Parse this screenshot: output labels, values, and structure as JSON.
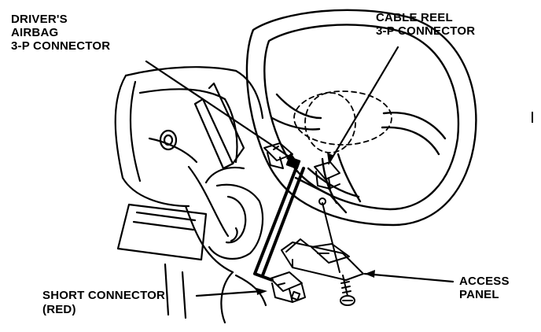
{
  "labels": {
    "driver_airbag": [
      "DRIVER'S",
      "AIRBAG",
      "3-P CONNECTOR"
    ],
    "cable_reel": [
      "CABLE REEL",
      "3-P CONNECTOR"
    ],
    "access_panel": [
      "ACCESS",
      "PANEL"
    ],
    "short_connector": [
      "SHORT CONNECTOR",
      "(RED)"
    ]
  },
  "colors": {
    "ink": "#000000",
    "paper": "#ffffff"
  }
}
